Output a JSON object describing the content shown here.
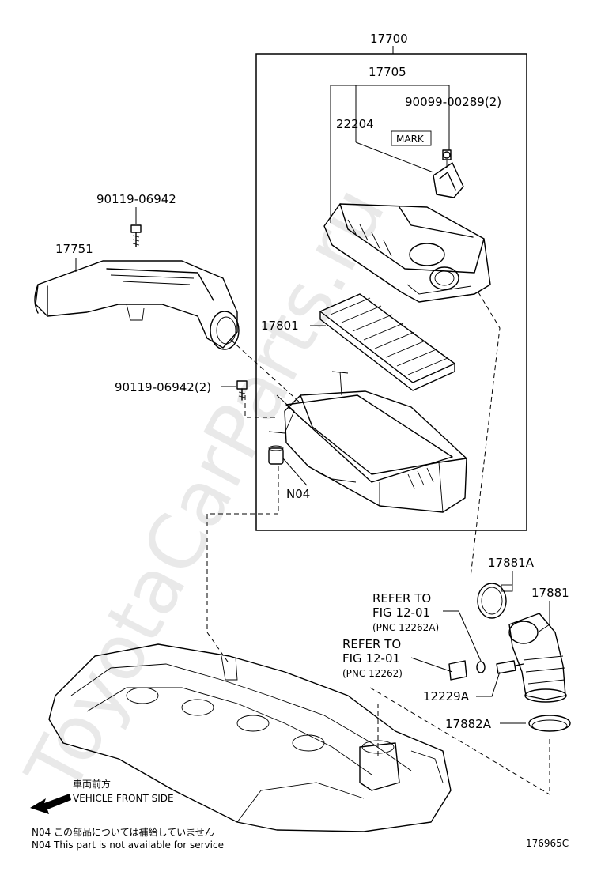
{
  "watermark": "ToyotaCarParts.ru",
  "parts": {
    "p17700": "17700",
    "p17705": "17705",
    "p90099": "90099-00289(2)",
    "p22204": "22204",
    "mark": "MARK",
    "p90119a": "90119-06942",
    "p17751": "17751",
    "p17801": "17801",
    "p90119b": "90119-06942(2)",
    "n04": "N04",
    "p17881a": "17881A",
    "p17881": "17881",
    "p12229a": "12229A",
    "p17882a": "17882A"
  },
  "refer1": {
    "line1": "REFER TO",
    "line2": "FIG 12-01",
    "line3": "(PNC 12262A)"
  },
  "refer2": {
    "line1": "REFER TO",
    "line2": "FIG 12-01",
    "line3": "(PNC 12262)"
  },
  "front": {
    "jp": "車両前方",
    "en": "VEHICLE FRONT SIDE"
  },
  "notes": {
    "jp": "N04  この部品については補給していません",
    "en": "N04  This part is not available for service"
  },
  "diagram_id": "176965C"
}
